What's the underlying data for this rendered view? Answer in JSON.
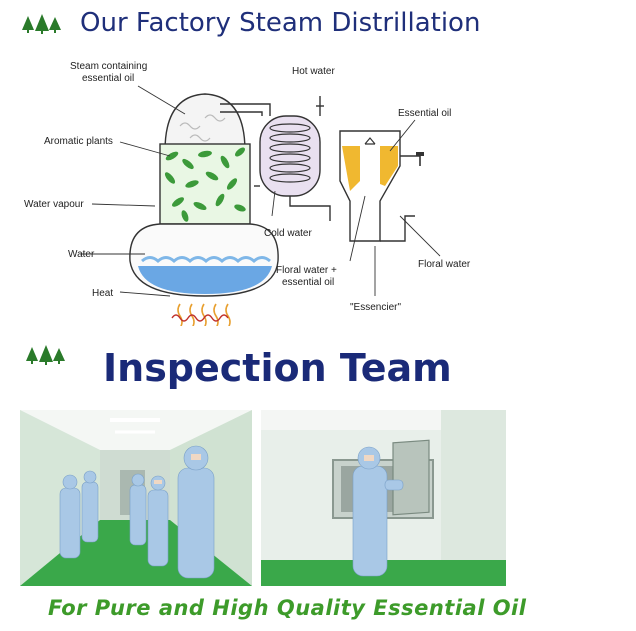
{
  "section1": {
    "title": "Our Factory Steam Distrillation",
    "icon": "pine-trees-icon",
    "diagram_labels": {
      "steam_line1": "Steam containing",
      "steam_line2": "essential oil",
      "aromatic": "Aromatic plants",
      "vapour": "Water vapour",
      "water": "Water",
      "heat": "Heat",
      "hot_water": "Hot water",
      "cold_water": "Cold water",
      "essential_oil": "Essential oil",
      "floral_line1": "Floral water +",
      "floral_line2": "essential oil",
      "floral_water": "Floral water",
      "essencier": "\"Essencier\""
    }
  },
  "section2": {
    "title": "Inspection Team",
    "icon": "pine-trees-icon"
  },
  "tagline": "For Pure and High Quality Essential Oil",
  "colors": {
    "heading_blue": "#1f2f7a",
    "tagline_green": "#3d9b2a",
    "tree_green": "#2a7a2a",
    "wall_green_tint": "#d8ecd8",
    "floor_green": "#3aa84a",
    "suit_blue": "#a9c8e6"
  }
}
